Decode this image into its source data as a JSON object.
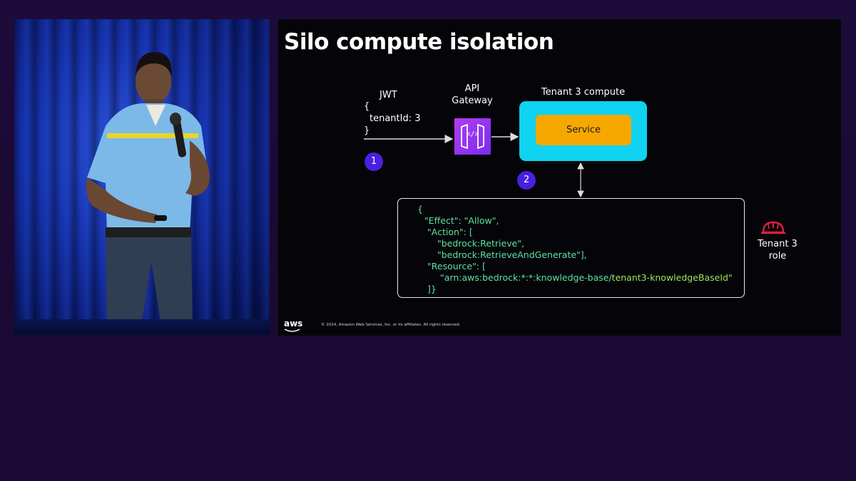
{
  "slide": {
    "title": "Silo compute isolation",
    "jwt": {
      "label": "JWT",
      "open_brace": "{",
      "claim": "tenantId: 3",
      "close_brace": "}"
    },
    "step_1": "1",
    "step_2": "2",
    "api_gateway": {
      "line1": "API",
      "line2": "Gateway",
      "icon": "api-gateway-icon",
      "glyph": "</>"
    },
    "tenant_compute": {
      "label": "Tenant 3 compute",
      "service_label": "Service"
    },
    "policy": {
      "lines": [
        "{",
        "\"Effect\": \"Allow\",",
        "\"Action\": [",
        "\"bedrock:Retrieve\",",
        "\"bedrock:RetrieveAndGenerate\"],",
        "\"Resource\": [",
        "\"arn:aws:bedrock:*:*:knowledge-base/",
        "tenant3-knowledgeBaseId\"",
        "]}"
      ]
    },
    "role": {
      "icon": "iam-role-helmet-icon",
      "line1": "Tenant 3",
      "line2": "role"
    },
    "footer": {
      "logo": "aws",
      "copyright": "© 2024, Amazon Web Services, Inc. or its affiliates. All rights reserved."
    },
    "colors": {
      "compute_box": "#0fd3f0",
      "service_box": "#f7a800",
      "gateway_icon": "#8c33f0",
      "badge": "#4a1fe0",
      "role_icon": "#e0203a",
      "policy_text": "#5fe0a0"
    }
  }
}
